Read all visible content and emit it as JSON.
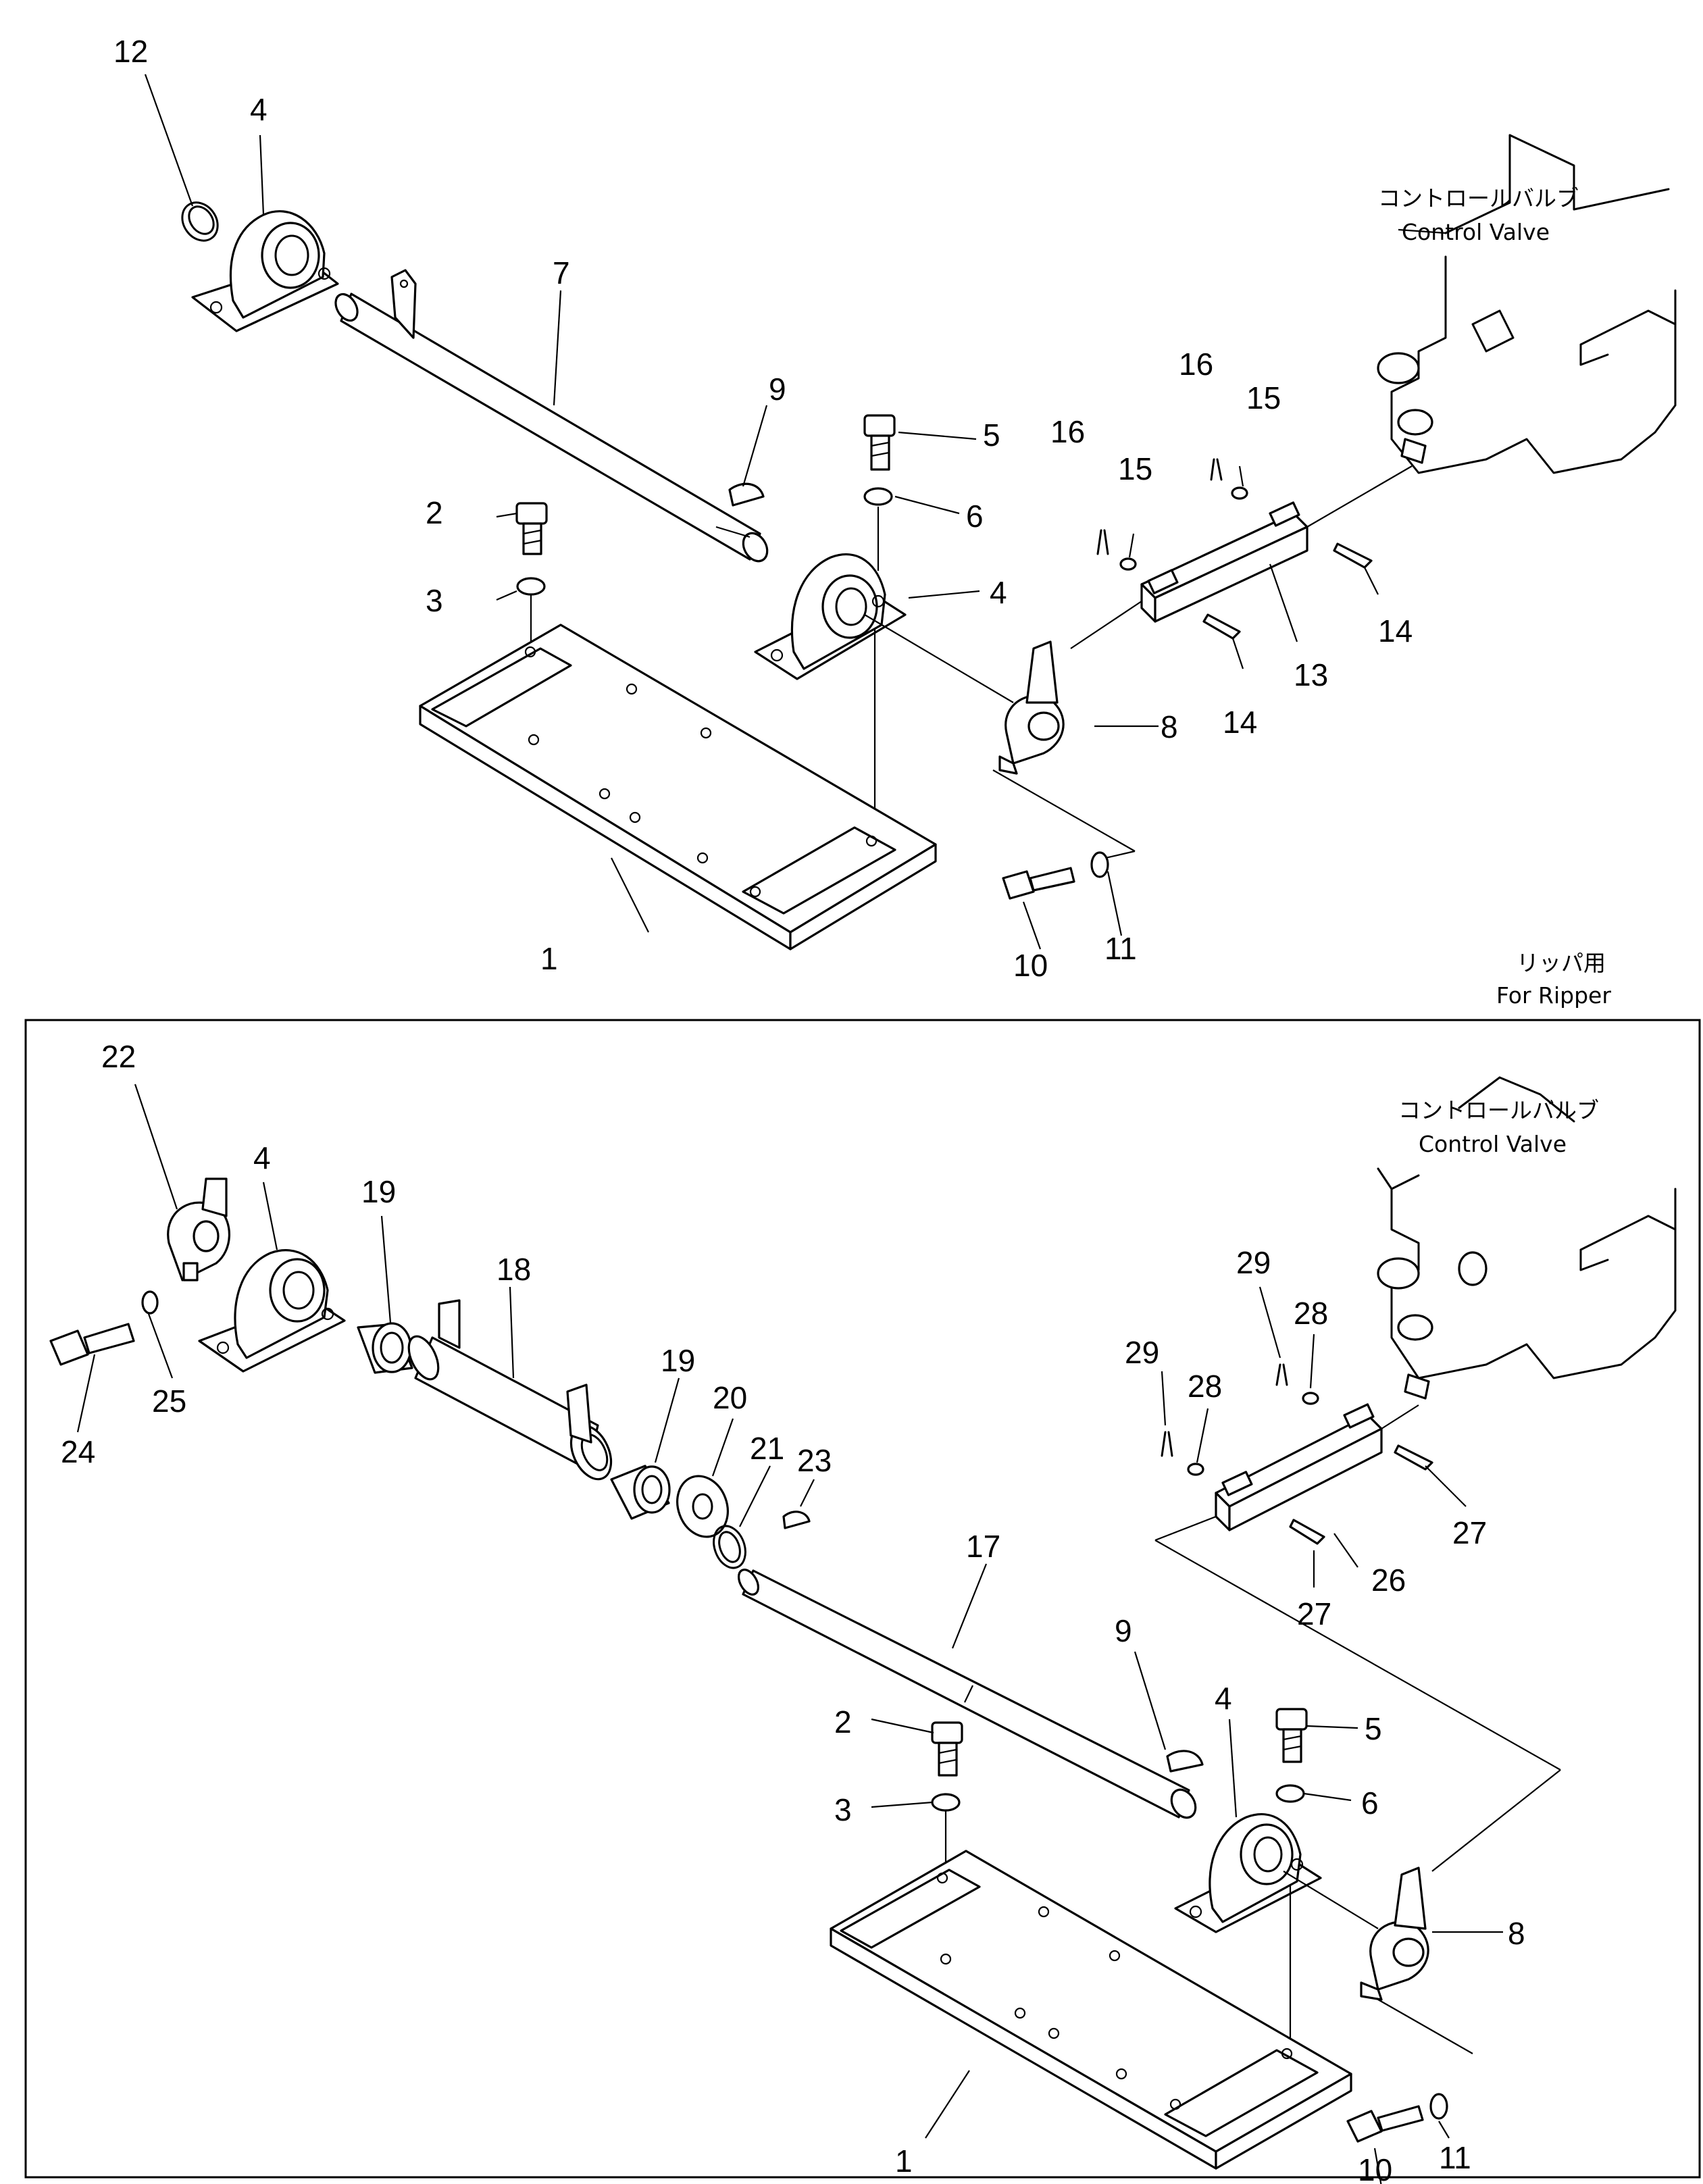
{
  "top_view": {
    "callouts": [
      "12",
      "4",
      "7",
      "9",
      "5",
      "6",
      "2",
      "3",
      "4",
      "16",
      "15",
      "16",
      "15",
      "14",
      "13",
      "14",
      "8",
      "1",
      "10",
      "11"
    ],
    "control_valve_jp": "コントロールバルブ",
    "control_valve_en": "Control Valve"
  },
  "bottom_view": {
    "heading_jp": "リッパ用",
    "heading_en": "For Ripper",
    "callouts": [
      "22",
      "4",
      "19",
      "18",
      "24",
      "25",
      "19",
      "20",
      "21",
      "23",
      "17",
      "29",
      "28",
      "29",
      "28",
      "27",
      "26",
      "27",
      "9",
      "4",
      "2",
      "5",
      "3",
      "6",
      "8",
      "1",
      "10",
      "11"
    ],
    "control_valve_jp": "コントロールバルブ",
    "control_valve_en": "Control Valve"
  }
}
